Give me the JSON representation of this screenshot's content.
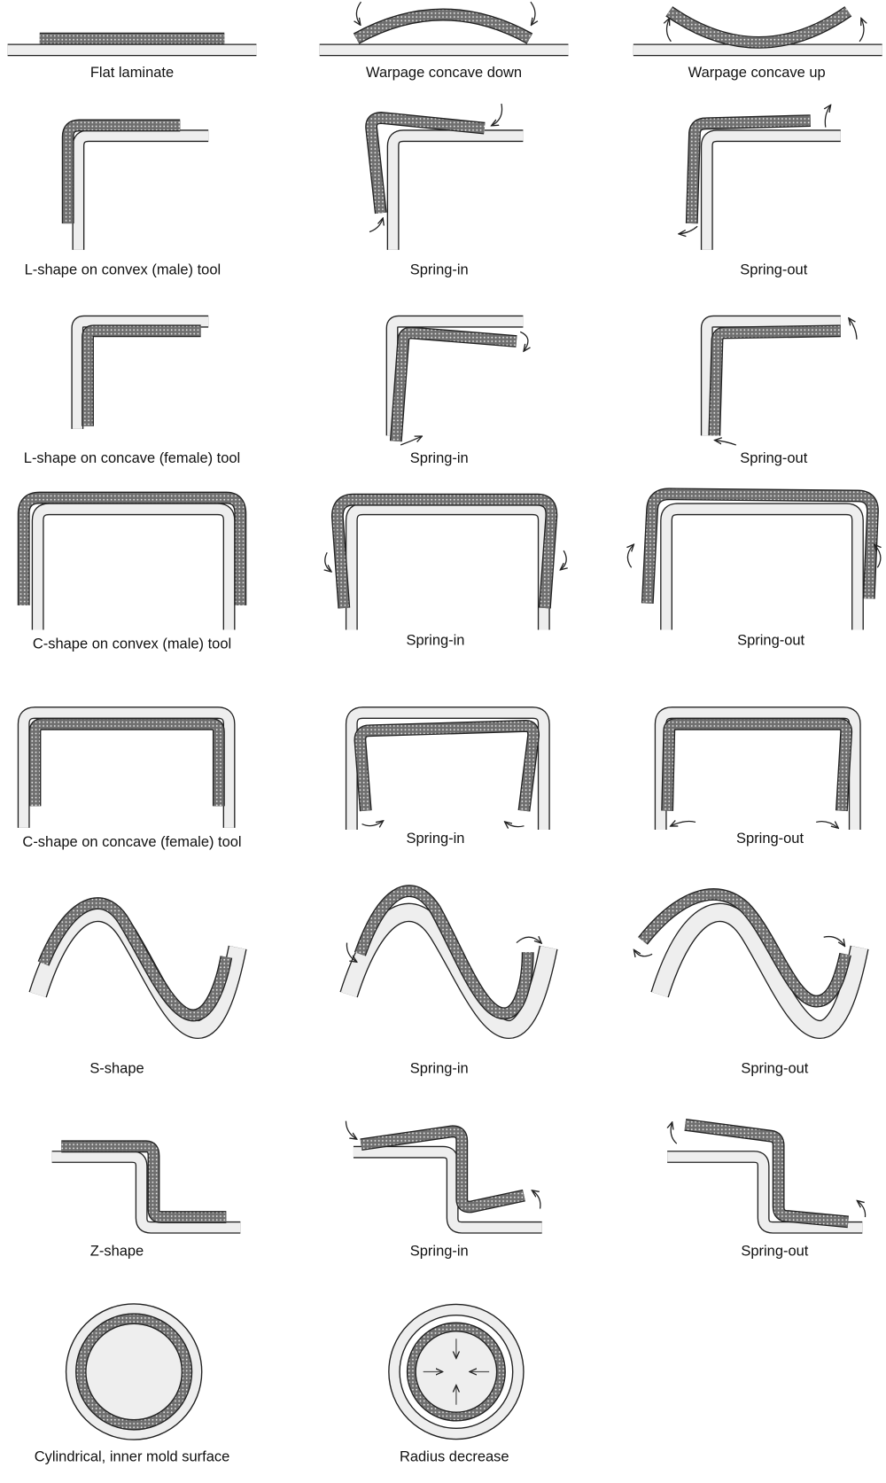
{
  "labels": {
    "flat_laminate": "Flat laminate",
    "warpage_down": "Warpage concave down",
    "warpage_up": "Warpage concave up",
    "l_convex": "L-shape on convex (male) tool",
    "l_convex_in": "Spring-in",
    "l_convex_out": "Spring-out",
    "l_concave": "L-shape on concave (female) tool",
    "l_concave_in": "Spring-in",
    "l_concave_out": "Spring-out",
    "c_convex": "C-shape on convex (male) tool",
    "c_convex_in": "Spring-in",
    "c_convex_out": "Spring-out",
    "c_concave": "C-shape on concave (female) tool",
    "c_concave_in": "Spring-in",
    "c_concave_out": "Spring-out",
    "s_shape": "S-shape",
    "s_in": "Spring-in",
    "s_out": "Spring-out",
    "z_shape": "Z-shape",
    "z_in": "Spring-in",
    "z_out": "Spring-out",
    "cylindrical": "Cylindrical, inner mold surface",
    "radius_decrease": "Radius decrease"
  },
  "colors": {
    "tool": "#eeeeee",
    "laminate": "#6f6f6f",
    "outline": "#222222"
  }
}
